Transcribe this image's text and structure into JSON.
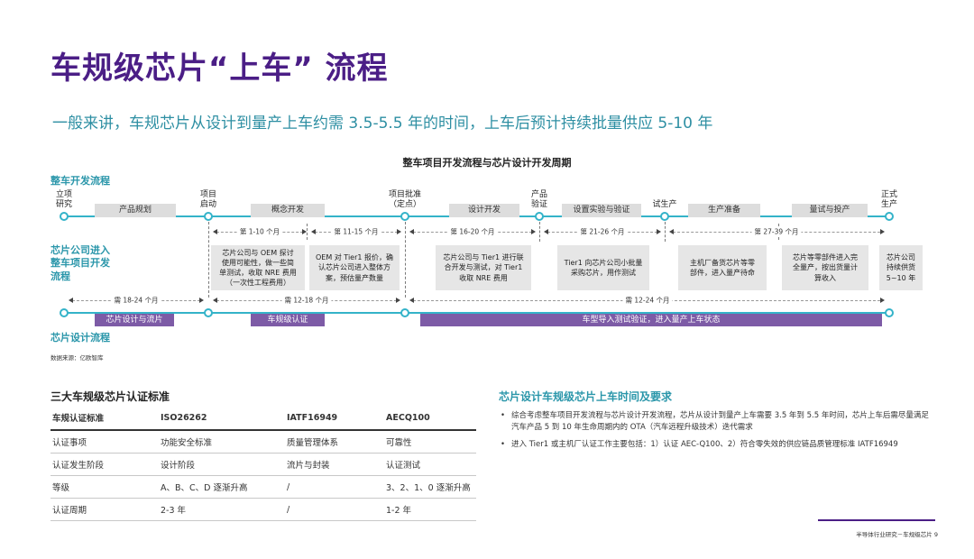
{
  "title": "车规级芯片“上车” 流程",
  "subtitle": "一般来讲，车规芯片从设计到量产上车约需 3.5-5.5 年的时间，上车后预计持续批量供应 5-10 年",
  "diagram": {
    "title": "整车项目开发流程与芯片设计开发周期",
    "lane_top": "整车开发流程",
    "lane_mid": "芯片公司进入\n整车项目开发\n流程",
    "lane_bottom": "芯片设计流程",
    "milestones": [
      "立项\n研究",
      "项目\n启动",
      "项目批准\n（定点）",
      "产品\n验证",
      "试生产",
      "正式\n生产"
    ],
    "phases": [
      "产品规划",
      "概念开发",
      "设计开发",
      "设置实验与验证",
      "生产准备",
      "量试与投产"
    ],
    "top_spans": [
      "第 1-10 个月",
      "第 11-15 个月",
      "第 16-20 个月",
      "第 21-26 个月",
      "第 27-39 个月"
    ],
    "boxes": [
      "芯片公司与 OEM 探讨\n使用可能性，做一些简\n单测试，收取 NRE 费用\n（一次性工程费用）",
      "OEM 对 Tier1 报价，确\n认芯片公司进入整体方\n案，预估量产数量",
      "芯片公司与 Tier1 进行联\n合开发与测试，对 Tier1\n收取 NRE 费用",
      "Tier1 向芯片公司小批量\n采购芯片，用作测试",
      "主机厂备货芯片等零\n部件，进入量产待命",
      "芯片等零部件进入完\n全量产，按出货量计\n算收入",
      "芯片公司\n持续供货\n5~10 年"
    ],
    "bottom_spans": [
      "需 18-24 个月",
      "需 12-18 个月",
      "需 12-24 个月"
    ],
    "purple_bars": [
      "芯片设计与流片",
      "车规级认证",
      "车型导入测试验证，进入量产上车状态"
    ],
    "source": "数据来源：亿欧智库"
  },
  "standards": {
    "title": "三大车规级芯片认证标准",
    "headers": [
      "车规认证标准",
      "ISO26262",
      "IATF16949",
      "AECQ100"
    ],
    "rows": [
      [
        "认证事项",
        "功能安全标准",
        "质量管理体系",
        "可靠性"
      ],
      [
        "认证发生阶段",
        "设计阶段",
        "流片与封装",
        "认证测试"
      ],
      [
        "等级",
        "A、B、C、D 逐渐升高",
        "/",
        "3、2、1、0 逐渐升高"
      ],
      [
        "认证周期",
        "2-3 年",
        "/",
        "1-2 年"
      ]
    ]
  },
  "timing": {
    "title": "芯片设计车规级芯片上车时间及要求",
    "bullets": [
      "综合考虑整车项目开发流程与芯片设计开发流程，芯片从设计到量产上车需要 3.5 年到 5.5 年时间，芯片上车后需尽量满足汽车产品 5 到 10 年生命周期内的 OTA（汽车远程升级技术）迭代需求",
      "进入 Tier1 或主机厂认证工作主要包括：1）认证 AEC-Q100、2）符合零失效的供应链品质管理标准 IATF16949"
    ]
  },
  "footer": "半导体行业研究－车规级芯片    9",
  "colors": {
    "title": "#4b1e86",
    "accent_teal": "#2a96aa",
    "line": "#34b3c9",
    "purple_bar": "#7d5ba6"
  }
}
